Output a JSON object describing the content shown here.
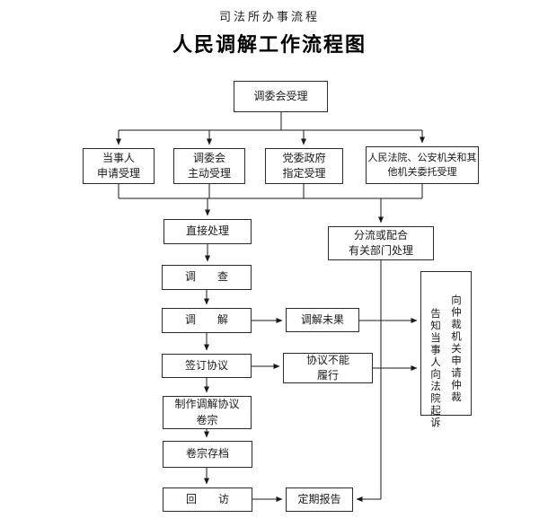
{
  "page": {
    "subtitle": "司法所办事流程",
    "title": "人民调解工作流程图"
  },
  "nodes": {
    "accept": {
      "line1": "调委会受理"
    },
    "party_apply": {
      "line1": "当事人",
      "line2": "申请受理"
    },
    "committee_initiative": {
      "line1": "调委会",
      "line2": "主动受理"
    },
    "party_gov_assign": {
      "line1": "党委政府",
      "line2": "指定受理"
    },
    "court_entrust": {
      "line1": "人民法院、公安机关和其",
      "line2": "他机关委托受理"
    },
    "direct_handle": {
      "line1": "直接处理"
    },
    "divert": {
      "line1": "分流或配合",
      "line2": "有关部门处理"
    },
    "investigate": {
      "line1": "调　　查"
    },
    "mediate": {
      "line1": "调　　解"
    },
    "mediate_fail": {
      "line1": "调解未果"
    },
    "sign_agreement": {
      "line1": "签订协议"
    },
    "agreement_fail": {
      "line1": "协议不能",
      "line2": "履行"
    },
    "make_file": {
      "line1": "制作调解协议",
      "line2": "卷宗"
    },
    "archive": {
      "line1": "卷宗存档"
    },
    "revisit": {
      "line1": "回　　访"
    },
    "report": {
      "line1": "定期报告"
    },
    "notify": {
      "col_right": "向仲裁机关申请仲裁",
      "col_left": "告知当事人向法院起诉"
    }
  },
  "colors": {
    "background": "#ffffff",
    "line": "#1a1a1a",
    "box_border": "#2b2b2b",
    "text": "#111111"
  }
}
